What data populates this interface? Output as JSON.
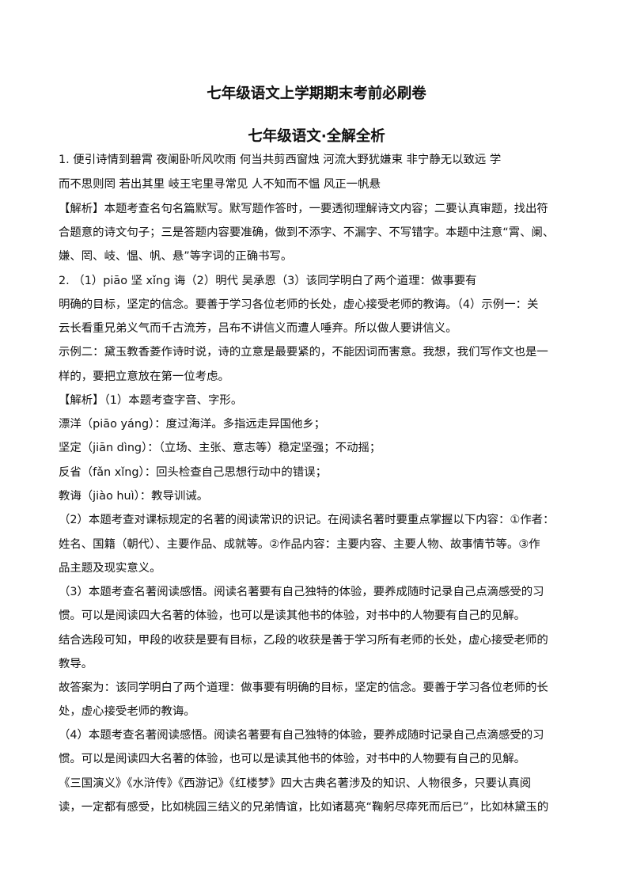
{
  "document": {
    "title": "七年级语文上学期期末考前必刷卷",
    "subtitle": "七年级语文·全解全析",
    "lines": [
      "1.  便引诗情到碧霄   夜阑卧听风吹雨    何当共剪西窗烛    河流大野犹嫌束    非宁静无以致远    学",
      "而不思则罔    若出其里    岐王宅里寻常见    人不知而不愠    风正一帆悬",
      "【解析】本题考查名句名篇默写。默写题作答时，一要透彻理解诗文内容；二要认真审题，找出符",
      "合题意的诗文句子；三是答题内容要准确，做到不添字、不漏字、不写错字。本题中注意“霄、阑、",
      "嫌、罔、岐、愠、帆、悬”等字词的正确书写。",
      "2.  （1）piāo     坚     xǐng     诲（2）明代     吴承恩（3）该同学明白了两个道理：做事要有",
      "明确的目标，坚定的信念。要善于学习各位老师的长处，虚心接受老师的教诲。（4）示例一：关",
      "云长看重兄弟义气而千古流芳，吕布不讲信义而遭人唾弃。所以做人要讲信义。",
      "示例二：黛玉教香菱作诗时说，诗的立意是最要紧的，不能因词而害意。我想，我们写作文也是一",
      "样的，要把立意放在第一位考虑。",
      "【解析】（1）本题考查字音、字形。",
      "漂洋（piāo yáng）：度过海洋。多指远走异国他乡；",
      "坚定（jiān dìng）：（立场、主张、意志等）稳定坚强；不动摇；",
      "反省（fǎn xǐng）：回头检查自己思想行动中的错误；",
      "教诲（jiào huì）：教导训诫。",
      "（2）本题考查对课标规定的名著的阅读常识的识记。在阅读名著时要重点掌握以下内容：①作者：",
      "姓名、国籍（朝代）、主要作品、成就等。②作品内容：主要内容、主要人物、故事情节等。③作",
      "品主题及现实意义。",
      "（3）本题考查名著阅读感悟。阅读名著要有自己独特的体验，要养成随时记录自己点滴感受的习",
      "惯。可以是阅读四大名著的体验，也可以是读其他书的体验，对书中的人物要有自己的见解。",
      "结合选段可知，甲段的收获是要有目标，乙段的收获是善于学习所有老师的长处，虚心接受老师的",
      "教导。",
      "故答案为：该同学明白了两个道理：做事要有明确的目标，坚定的信念。要善于学习各位老师的长",
      "处，虚心接受老师的教诲。",
      "（4）本题考查名著阅读感悟。阅读名著要有自己独特的体验，要养成随时记录自己点滴感受的习",
      "惯。可以是阅读四大名著的体验，也可以是读其他书的体验，对书中的人物要有自己的见解。",
      "《三国演义》《水浒传》《西游记》《红楼梦》四大古典名著涉及的知识、人物很多，只要认真阅",
      "读，一定都有感受，比如桃园三结义的兄弟情谊，比如诸葛亮“鞠躬尽瘁死而后已”，比如林黛玉的"
    ]
  }
}
